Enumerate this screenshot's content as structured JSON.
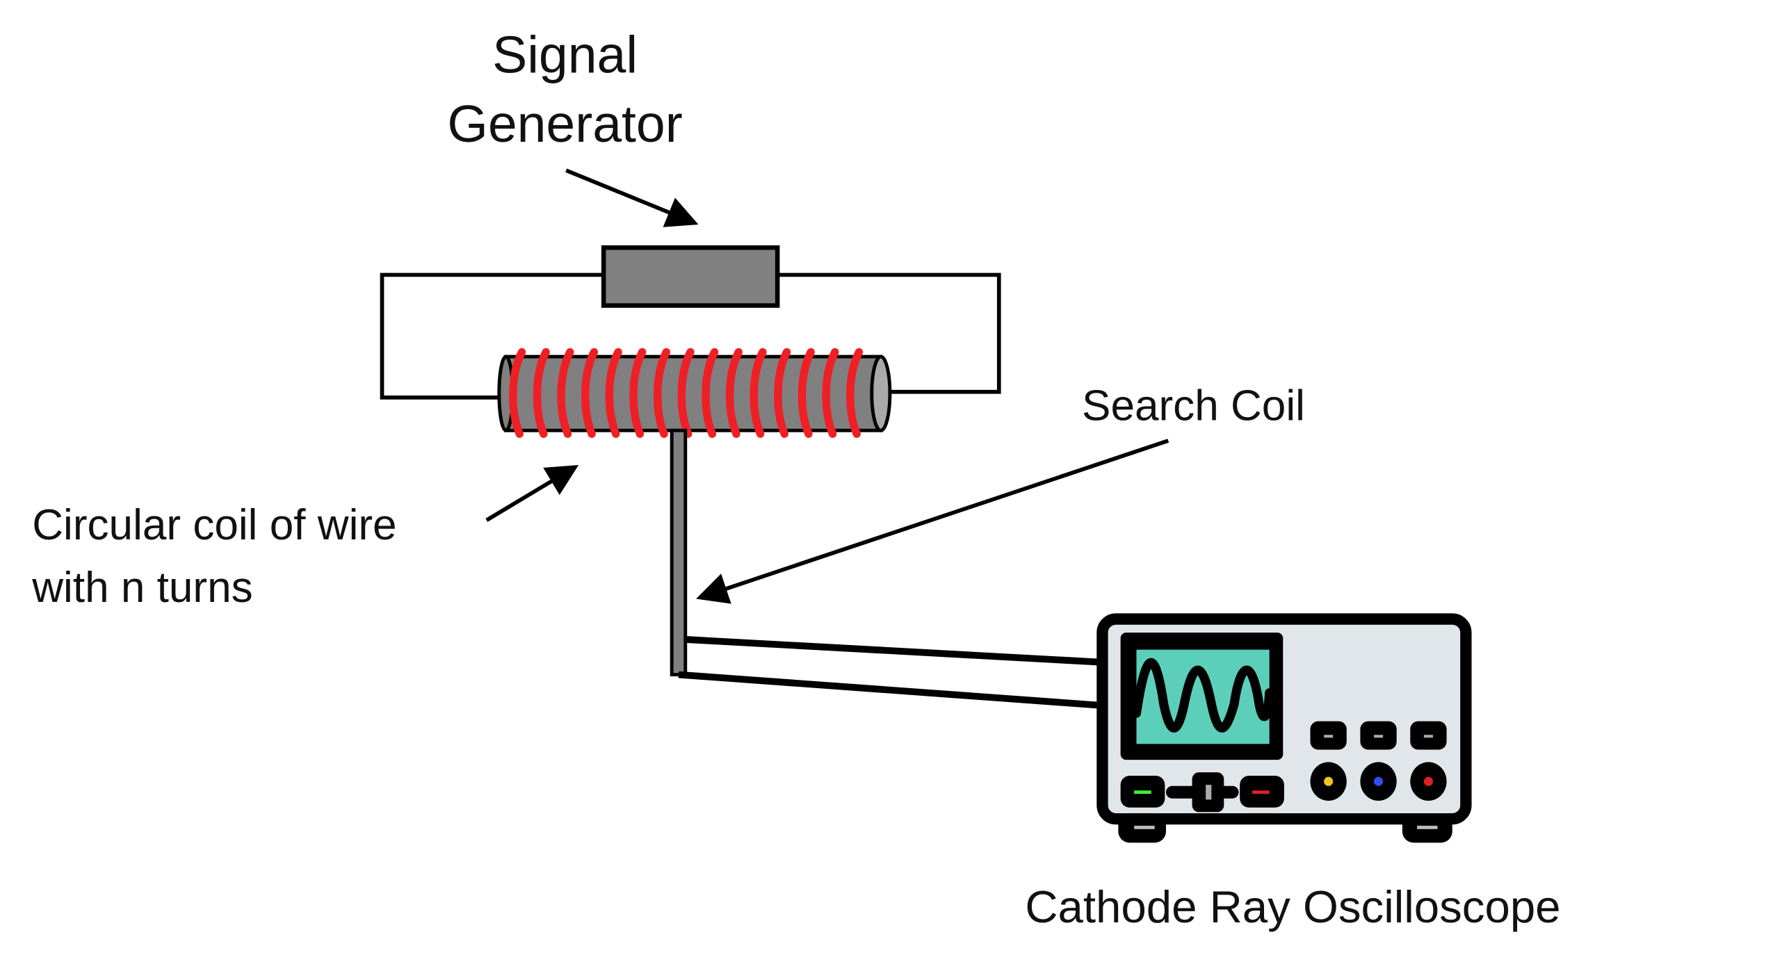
{
  "labels": {
    "signal_generator_line1": "Signal",
    "signal_generator_line2": "Generator",
    "search_coil": "Search Coil",
    "circular_coil_line1": "Circular coil of wire",
    "circular_coil_line2": "with n turns",
    "oscilloscope": "Cathode Ray Oscilloscope"
  },
  "colors": {
    "generator": "#808080",
    "coil_wire": "#ee2026",
    "screen": "#5ccfba",
    "panel": "#e1e6ea",
    "knob_yellow": "#f5c518",
    "knob_blue": "#2f4ef0",
    "knob_red": "#e02020",
    "led_green": "#3cf03c",
    "led_red": "#e02020"
  }
}
